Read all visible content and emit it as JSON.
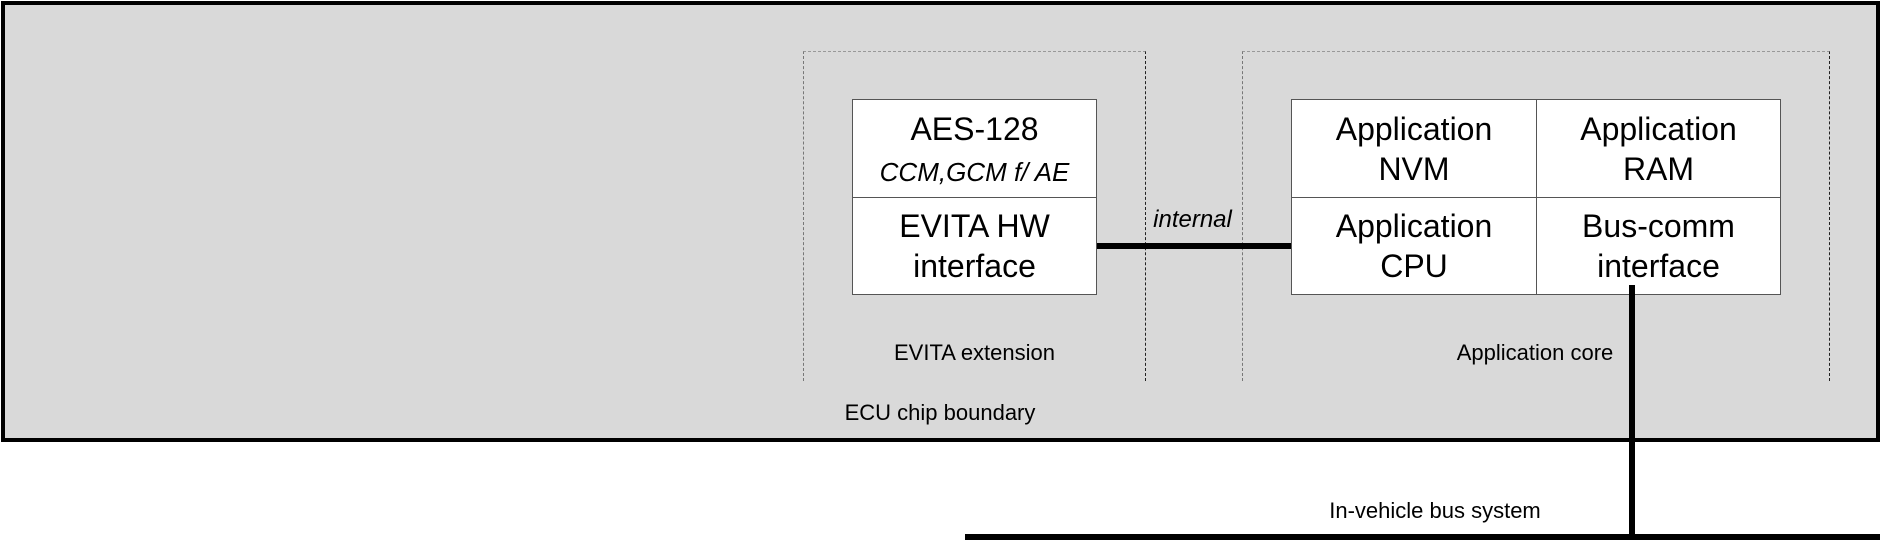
{
  "diagram": {
    "chip_label": "ECU chip boundary",
    "regions": {
      "evita": {
        "label": "EVITA extension"
      },
      "app": {
        "label": "Application core"
      }
    },
    "blocks": {
      "aes": {
        "title": "AES-128",
        "subtitle": "CCM,GCM f/ AE"
      },
      "evita_hw": {
        "title": "EVITA HW\ninterface"
      },
      "app_nvm": {
        "title": "Application\nNVM"
      },
      "app_ram": {
        "title": "Application\nRAM"
      },
      "app_cpu": {
        "title": "Application\nCPU"
      },
      "bus_comm": {
        "title": "Bus-comm\ninterface"
      }
    },
    "links": {
      "internal": "internal",
      "bus": "In-vehicle bus system"
    }
  }
}
